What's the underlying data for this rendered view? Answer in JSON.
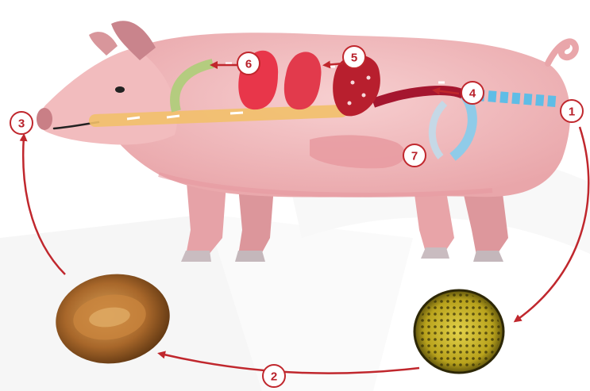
{
  "diagram": {
    "steps": [
      {
        "label": "1",
        "name": "egg-in-feces"
      },
      {
        "label": "2",
        "name": "embryonated-egg"
      },
      {
        "label": "3",
        "name": "ingestion"
      },
      {
        "label": "4",
        "name": "larva-hatching-intestine"
      },
      {
        "label": "5",
        "name": "liver-migration"
      },
      {
        "label": "6",
        "name": "lung-migration"
      },
      {
        "label": "7",
        "name": "adult-worm-small-intestine"
      }
    ],
    "colors": {
      "cycle_arrow": "#c0272d",
      "pig_body": "#f1b9bb",
      "pig_dark": "#d98a90",
      "lung": "#e8364a",
      "liver": "#b81f2e",
      "esophagus_path": "#f2c06a",
      "intestine_path": "#7cc7e8"
    }
  }
}
